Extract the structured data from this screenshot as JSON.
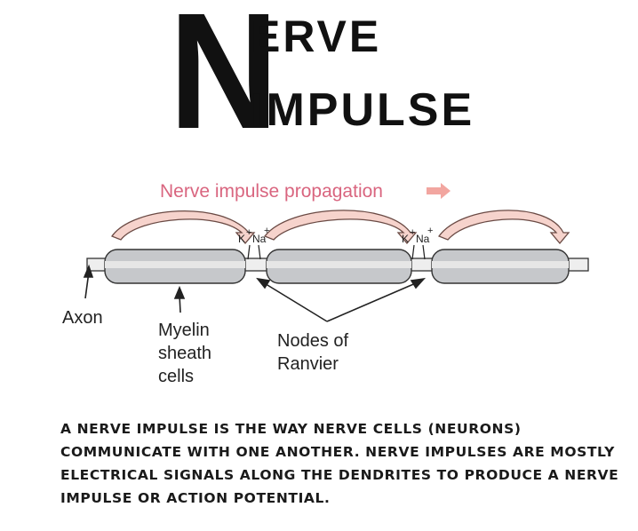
{
  "title": {
    "initial": "N",
    "line1": "ERVE",
    "line2": "IMPULSE"
  },
  "diagram": {
    "propagation_label": "Nerve impulse propagation",
    "ion_k": "K",
    "ion_na": "Na",
    "charge": "+",
    "labels": {
      "axon": "Axon",
      "myelin": "Myelin\nsheath\ncells",
      "nodes": "Nodes of\nRanvier"
    },
    "colors": {
      "arrow_fill": "#f6d3cc",
      "arrow_stroke": "#6a4a44",
      "propagation_text": "#d9657f",
      "sheath": "#c6c8cb",
      "axon_fill": "#eeeeee"
    }
  },
  "description": "A nerve impulse is the way nerve cells (neurons) communicate with one another. Nerve impulses are mostly electrical signals along the dendrites to produce a nerve impulse or action potential."
}
